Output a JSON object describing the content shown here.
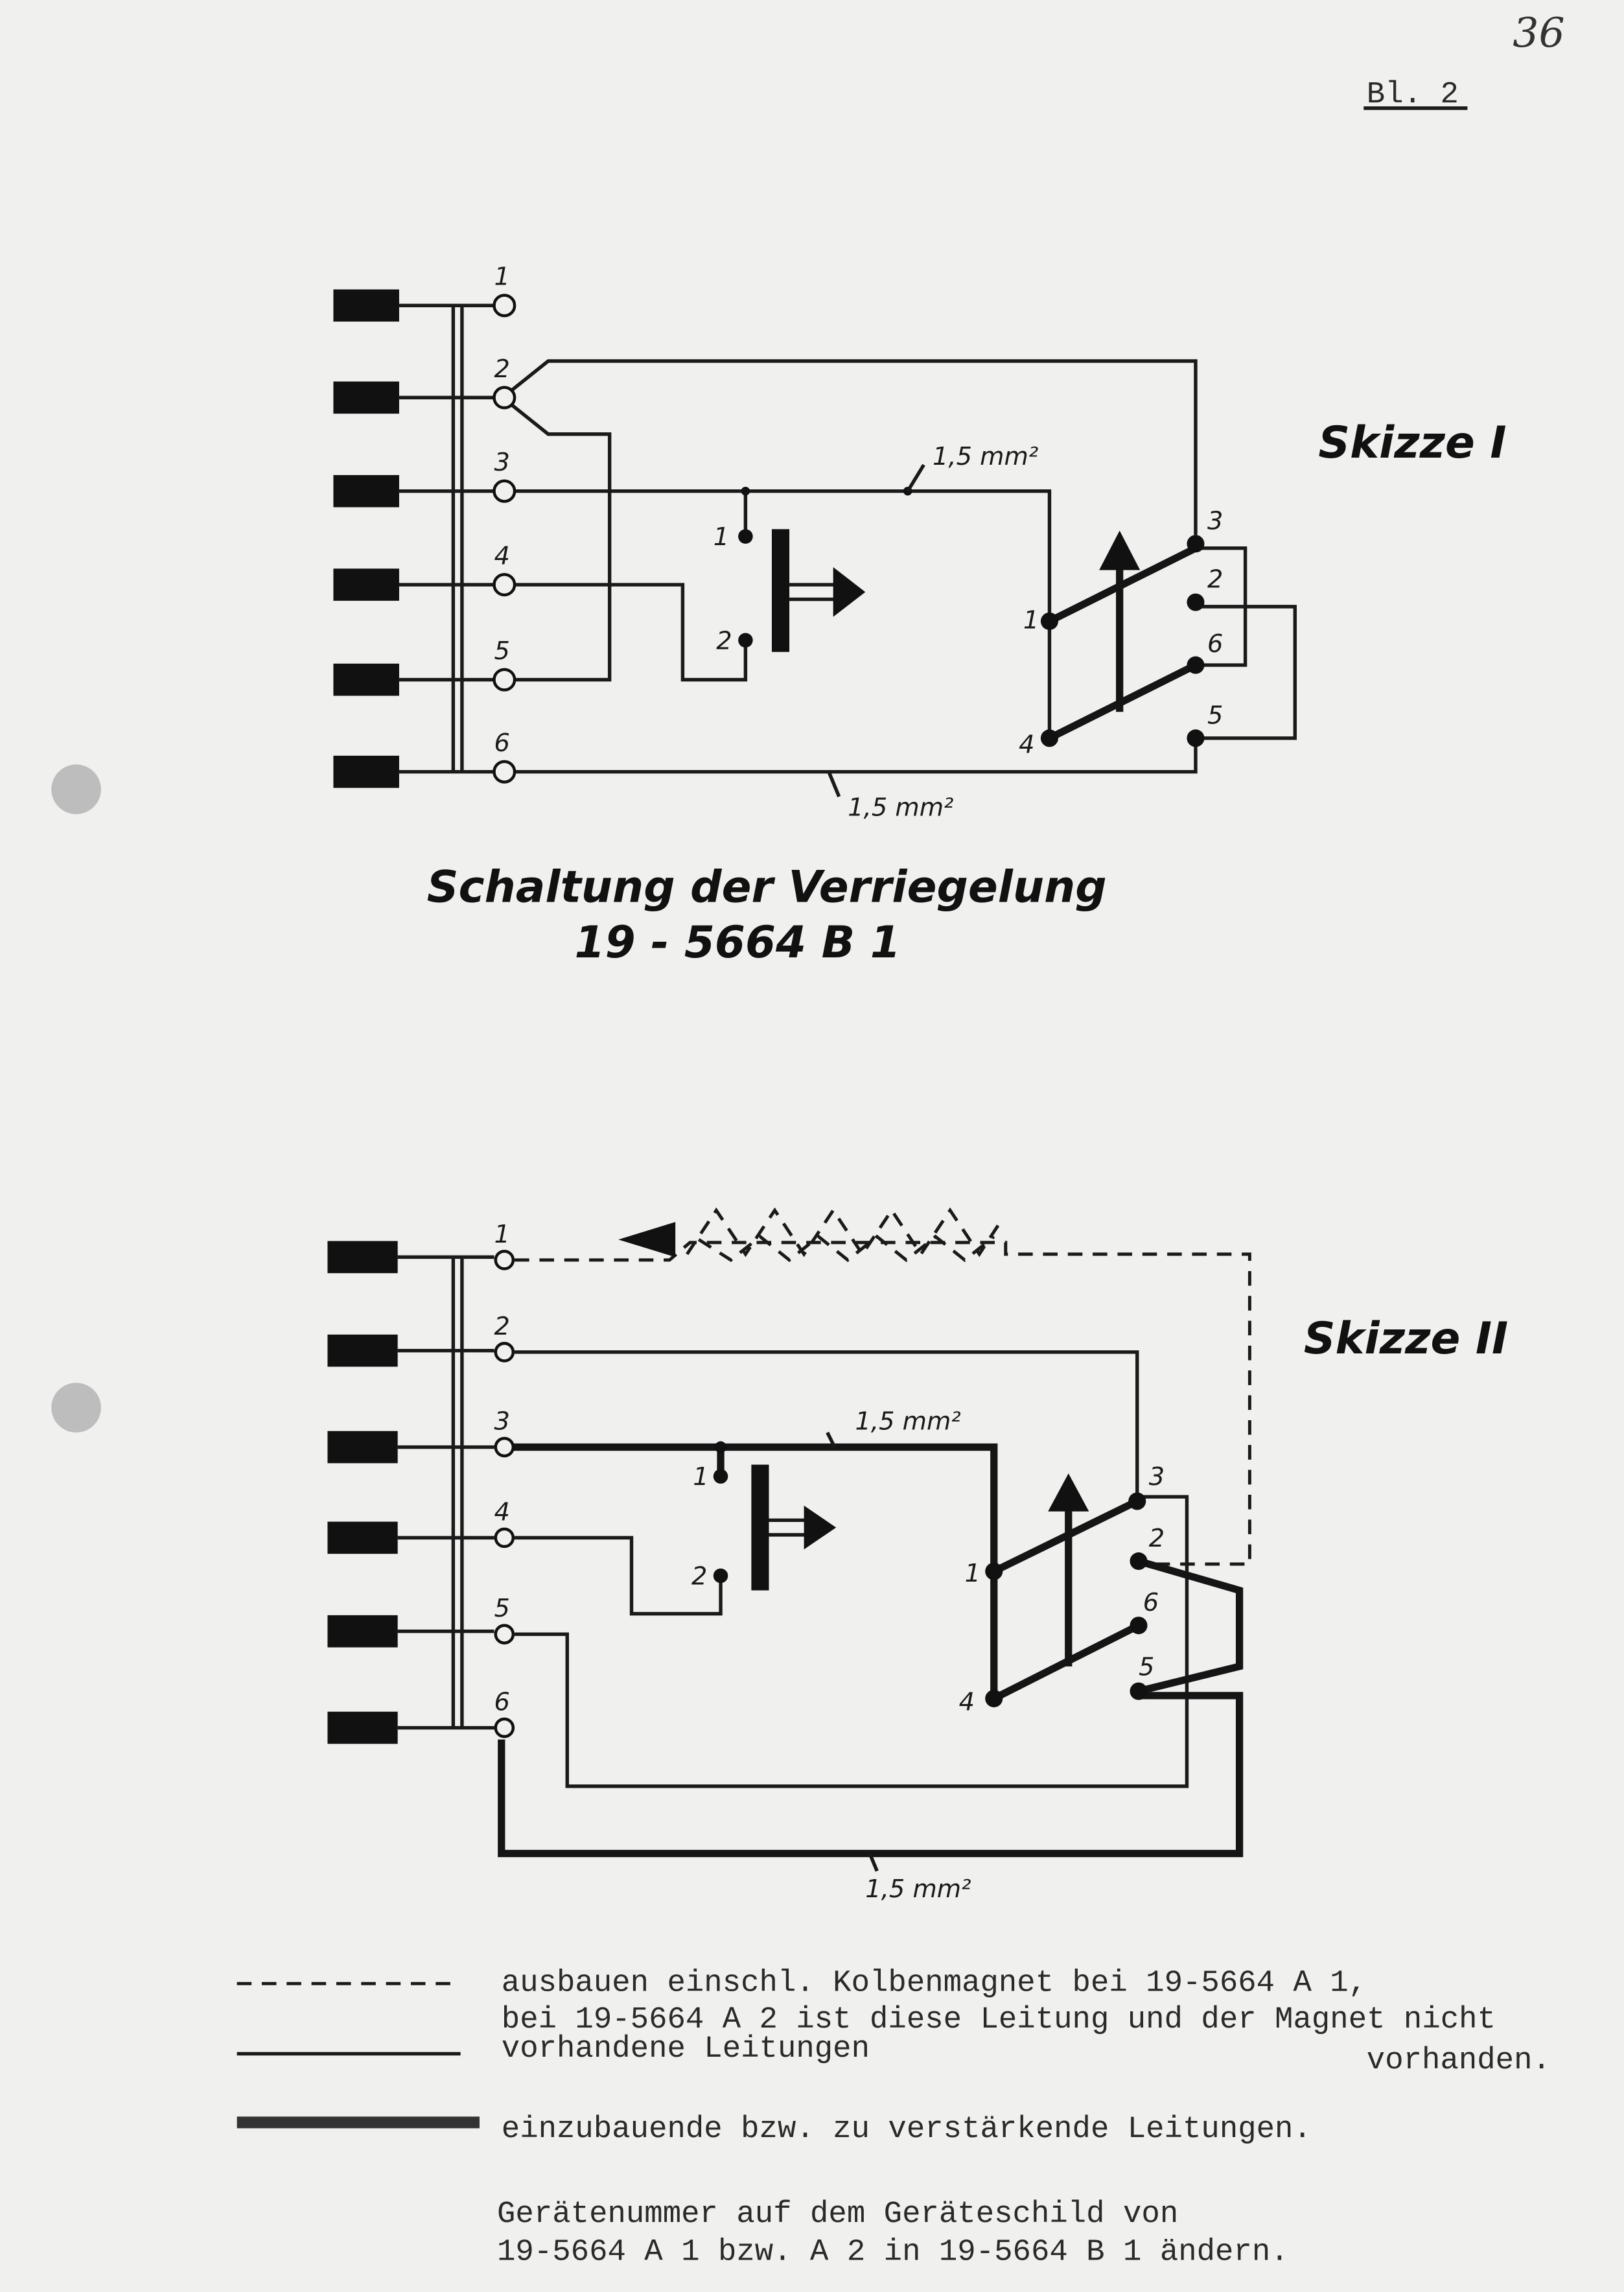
{
  "header": {
    "page_number_handwritten": "36",
    "sheet_label": "Bl. 2"
  },
  "skizze1": {
    "title": "Skizze I",
    "terminal_labels": [
      "1",
      "2",
      "3",
      "4",
      "5",
      "6"
    ],
    "magnet_contacts": [
      "1",
      "2"
    ],
    "switch_contacts": {
      "c1": "1",
      "c4": "4",
      "c3": "3",
      "c2": "2",
      "c6": "6",
      "c5": "5"
    },
    "wire_label_top": "1,5 mm²",
    "wire_label_bottom": "1,5 mm²",
    "caption_line1": "Schaltung der Verriegelung",
    "caption_line2": "19 - 5664 B 1"
  },
  "skizze2": {
    "title": "Skizze II",
    "terminal_labels": [
      "1",
      "2",
      "3",
      "4",
      "5",
      "6"
    ],
    "magnet_contacts": [
      "1",
      "2"
    ],
    "switch_contacts": {
      "c1": "1",
      "c4": "4",
      "c3": "3",
      "c2": "2",
      "c6": "6",
      "c5": "5"
    },
    "wire_label_top": "1,5 mm²",
    "wire_label_bottom": "1,5 mm²"
  },
  "legend": {
    "dashed_text_1": "ausbauen einschl. Kolbenmagnet bei 19-5664 A 1,",
    "dashed_text_2": "bei 19-5664 A 2 ist diese Leitung und der Magnet nicht",
    "dashed_text_3": "vorhanden.",
    "thin_text": "vorhandene Leitungen",
    "thick_text": "einzubauende bzw. zu verstärkende Leitungen."
  },
  "note": {
    "line1": "Gerätenummer auf dem Geräteschild von",
    "line2": "19-5664 A 1 bzw. A 2 in 19-5664 B 1 ändern."
  }
}
